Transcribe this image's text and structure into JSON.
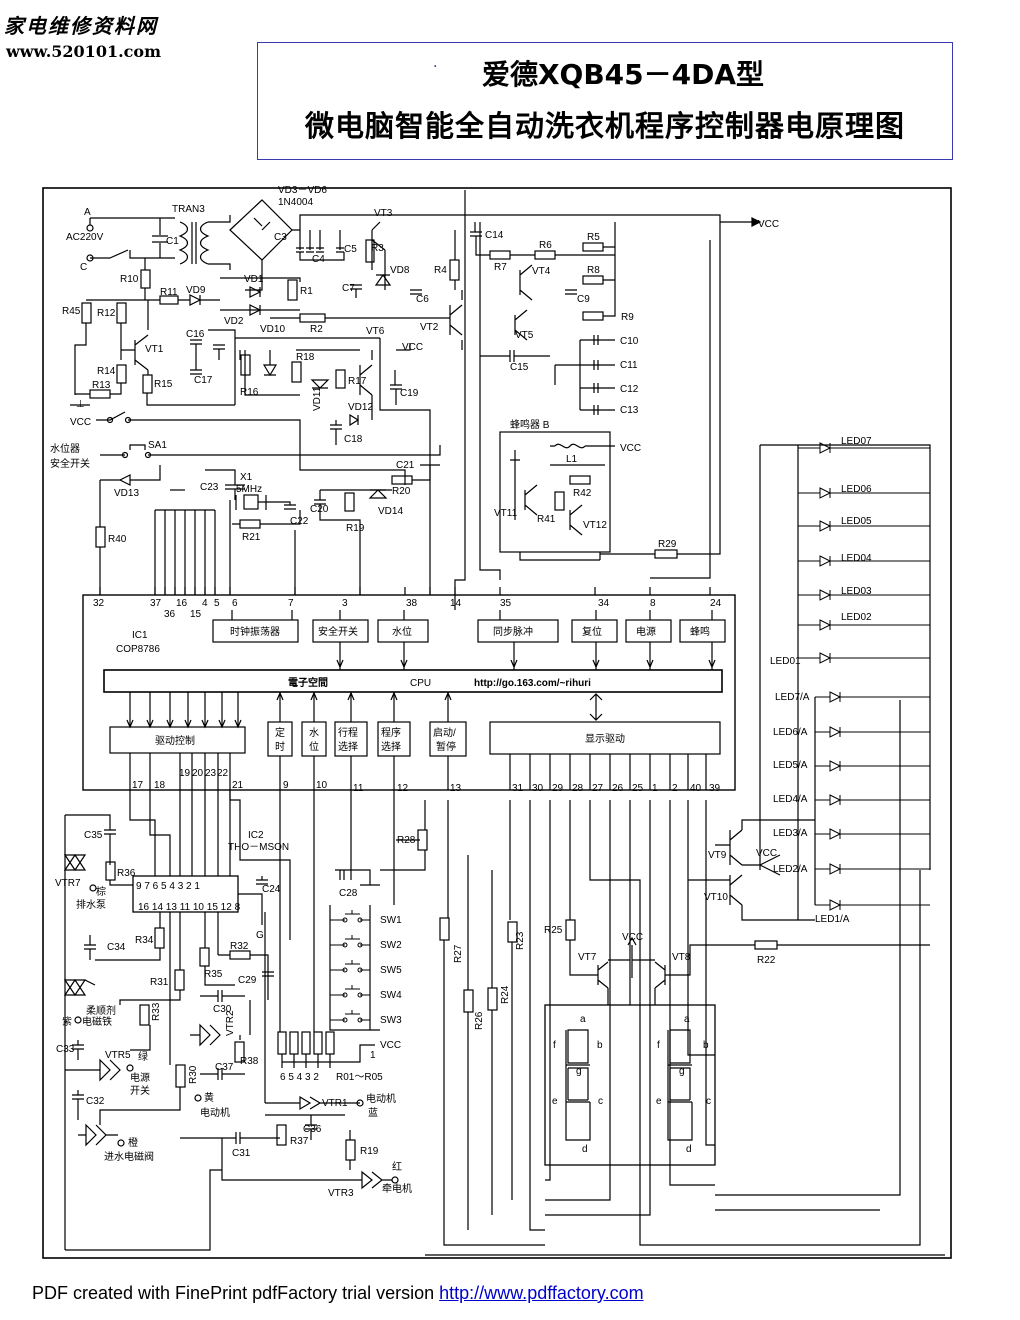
{
  "header": {
    "site_name": "家电维修资料网",
    "site_url": "www.520101.com"
  },
  "title": {
    "dot": "·",
    "line1": "爱德XQB45－4DA型",
    "line2": "微电脑智能全自动洗衣机程序控制器电原理图"
  },
  "ic1": {
    "name": "IC1",
    "part": "COP8786",
    "cpu_label": "CPU",
    "banner": "電子空間",
    "banner_url": "http://go.163.com/~rihuri",
    "top_pins": [
      "32",
      "37",
      "16",
      "4",
      "5",
      "6",
      "7",
      "3",
      "38",
      "14",
      "35",
      "34",
      "8",
      "24"
    ],
    "top_pins_sub": [
      "36",
      "15"
    ],
    "top_blocks": [
      "时钟振荡器",
      "安全开关",
      "水位",
      "同步脉冲",
      "复位",
      "电源",
      "蜂鸣"
    ],
    "bottom_blocks": [
      "驱动控制",
      "定时",
      "水位",
      "行程选择",
      "程序选择",
      "启动/暂停",
      "显示驱动"
    ],
    "bottom_pins_left": [
      "17",
      "18",
      "19",
      "20",
      "23",
      "22",
      "21"
    ],
    "bottom_pins_mid": [
      "9",
      "10",
      "11",
      "12",
      "13"
    ],
    "bottom_pins_right": [
      "31",
      "30",
      "29",
      "28",
      "27",
      "26",
      "25",
      "1",
      "2",
      "40",
      "39"
    ]
  },
  "ic2": {
    "name": "IC2",
    "part": "THO－MSON",
    "pins_top": "9 7    6 5 4 3 2 1",
    "pins_bottom": "16 14 13 11 10 15 12 8",
    "ground": "G"
  },
  "power": {
    "source": "A",
    "ac": "AC220V",
    "node_c": "C",
    "transformer": "TRAN3",
    "bridge": "VD3－VD6",
    "bridge_part": "1N4004",
    "vcc": "VCC"
  },
  "labels": {
    "water_switch": "水位器",
    "safety_switch": "安全开关",
    "sa1": "SA1",
    "crystal": "X1",
    "crystal_freq": "5MHz",
    "buzzer": "蜂鸣器 B",
    "l1": "L1",
    "drain_pump": "排水泵",
    "drain_color": "棕",
    "softener": "柔顺剂",
    "softener_valve": "电磁铁",
    "softener_color": "紫",
    "power_switch": "电源开关",
    "power_color": "绿",
    "inlet_valve": "进水电磁阀",
    "inlet_color": "橙",
    "motor_yellow": "电动机",
    "motor_yellow_color": "黄",
    "motor_blue": "电动机",
    "motor_blue_color": "蓝",
    "tractor": "牵电机",
    "tractor_color": "红",
    "resistor_array": "R01～R05"
  },
  "components": {
    "resistors": [
      "R1",
      "R2",
      "R3",
      "R4",
      "R5",
      "R6",
      "R7",
      "R8",
      "R9",
      "R10",
      "R11",
      "R12",
      "R13",
      "R14",
      "R15",
      "R16",
      "R17",
      "R18",
      "R19",
      "R20",
      "R21",
      "R22",
      "R23",
      "R24",
      "R25",
      "R26",
      "R27",
      "R28",
      "R29",
      "R30",
      "R31",
      "R32",
      "R33",
      "R34",
      "R35",
      "R36",
      "R37",
      "R38",
      "R40",
      "R41",
      "R42",
      "R45"
    ],
    "capacitors": [
      "C1",
      "C3",
      "C4",
      "C5",
      "C6",
      "C7",
      "C9",
      "C10",
      "C11",
      "C12",
      "C13",
      "C14",
      "C15",
      "C16",
      "C17",
      "C18",
      "C19",
      "C20",
      "C21",
      "C22",
      "C23",
      "C24",
      "C28",
      "C29",
      "C30",
      "C31",
      "C32",
      "C33",
      "C34",
      "C35",
      "C36",
      "C37"
    ],
    "transistors": [
      "VT1",
      "VT2",
      "VT3",
      "VT4",
      "VT5",
      "VT6",
      "VT7",
      "VT8",
      "VT9",
      "VT10",
      "VT11",
      "VT12"
    ],
    "diodes": [
      "VD1",
      "VD2",
      "VD8",
      "VD9",
      "VD10",
      "VD11",
      "VD12",
      "VD13",
      "VD14"
    ],
    "triacs": [
      "VTR1",
      "VTR2",
      "VTR3",
      "VTR5",
      "VTR7"
    ],
    "switches": [
      "SW1",
      "SW2",
      "SW5",
      "SW4",
      "SW3"
    ],
    "leds_right": [
      "LED07",
      "LED06",
      "LED05",
      "LED04",
      "LED03",
      "LED02",
      "LED01"
    ],
    "leds_a": [
      "LED7/A",
      "LED6/A",
      "LED5/A",
      "LED4/A",
      "LED3/A",
      "LED2/A",
      "LED1/A"
    ],
    "seg_letters": [
      "a",
      "b",
      "c",
      "d",
      "e",
      "f",
      "g"
    ]
  },
  "footer": {
    "text": "PDF created with FinePrint pdfFactory trial version ",
    "link": "http://www.pdffactory.com"
  }
}
